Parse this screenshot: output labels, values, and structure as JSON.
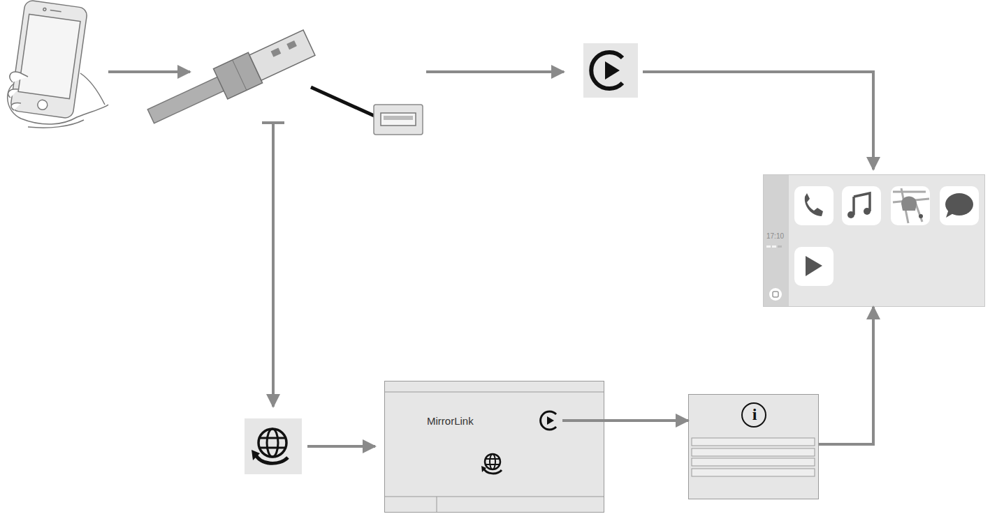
{
  "diagram": {
    "nodes": [
      {
        "text": [
          "17:10"
        ]
      },
      {
        "text": [
          "MirrorLink"
        ]
      },
      {
        "text": [
          "i"
        ]
      }
    ],
    "edges": [
      {
        "from": 1,
        "to": 2,
        "arrow": "to"
      },
      {
        "from": 2,
        "to": 0,
        "arrow": "to"
      }
    ]
  }
}
